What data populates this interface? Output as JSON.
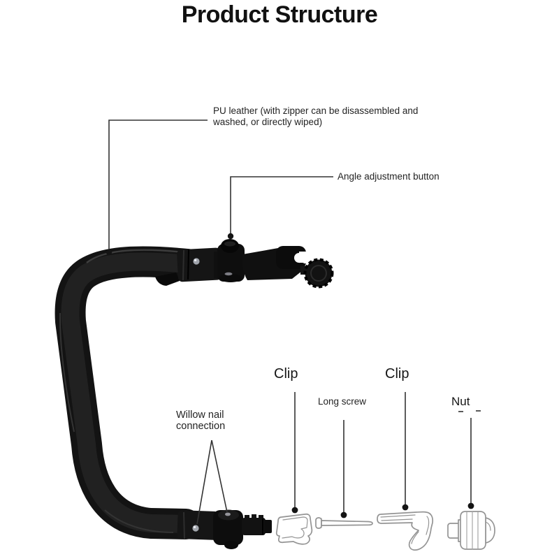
{
  "title": "Product Structure",
  "annotations": {
    "pu_leather": "PU leather (with zipper can be disassembled and washed, or directly wiped)",
    "angle_button": "Angle adjustment button",
    "willow_nail": "Willow nail connection",
    "clip_left": "Clip",
    "clip_right": "Clip",
    "long_screw": "Long screw",
    "nut": "Nut"
  },
  "product": {
    "name": "stroller bumper bar armrest",
    "parts_shown": [
      "bumper bar",
      "angle adjustment hinge",
      "clamp hook",
      "locking knob",
      "clip",
      "long screw",
      "clip",
      "nut"
    ]
  },
  "colors": {
    "background": "#ffffff",
    "text": "#232323",
    "leader_line": "#333333",
    "product_black": "#131313",
    "part_outline_gray": "#949494"
  }
}
